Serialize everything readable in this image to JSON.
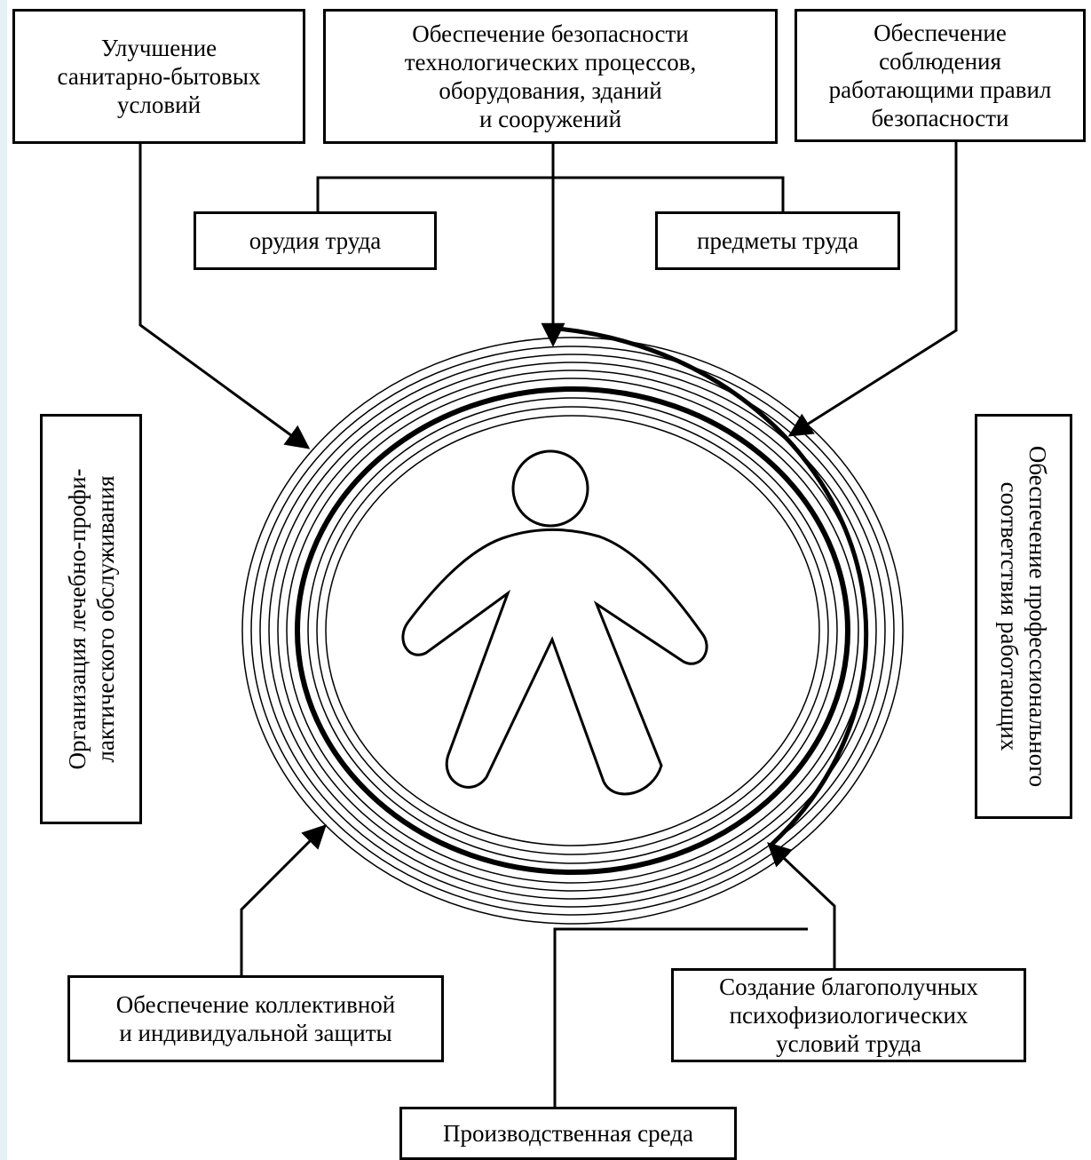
{
  "boxes": {
    "sanitary": "Улучшение\nсанитарно-бытовых\nусловий",
    "tech_safety": "Обеспечение безопасности\nтехнологических процессов,\nоборудования, зданий\nи сооружений",
    "rules": "Обеспечение\nсоблюдения\nработающими правил\nбезопасности",
    "tools": "орудия труда",
    "objects": "предметы труда",
    "medical": "Организация лечебно-профи-\nлактического обслуживания",
    "professional": "Обеспечение профессионального\nсоответствия работающих",
    "protection": "Обеспечение коллективной\nи индивидуальной защиты",
    "psycho": "Создание благополучных\nпсихофизиологических\nусловий труда",
    "environment": "Производственная среда"
  },
  "colors": {
    "line": "#000000",
    "background": "#ffffff",
    "left_edge": "#e6f0f7"
  },
  "icons": {
    "center_figure": "person-outline-icon",
    "rings": "concentric-rings-icon"
  }
}
